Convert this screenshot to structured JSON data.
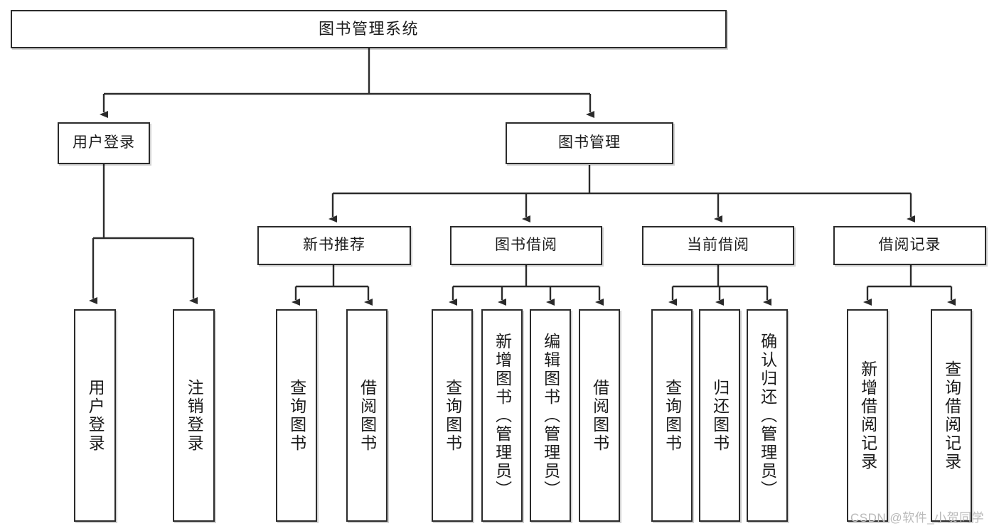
{
  "diagram": {
    "type": "tree-hierarchy",
    "title": "图书管理系统",
    "levels": 4,
    "root": {
      "label": "图书管理系统"
    },
    "level1": [
      {
        "label": "用户登录"
      },
      {
        "label": "图书管理"
      }
    ],
    "level2": [
      {
        "label": "新书推荐"
      },
      {
        "label": "图书借阅"
      },
      {
        "label": "当前借阅"
      },
      {
        "label": "借阅记录"
      }
    ],
    "leaves": {
      "user_login": [
        {
          "label": "用户登录"
        },
        {
          "label": "注销登录"
        }
      ],
      "new_book_recommend": [
        {
          "label": "查询图书"
        },
        {
          "label": "借阅图书"
        }
      ],
      "book_borrow": [
        {
          "label": "查询图书"
        },
        {
          "label": "新增图书（管理员）"
        },
        {
          "label": "编辑图书（管理员）"
        },
        {
          "label": "借阅图书"
        }
      ],
      "current_borrow": [
        {
          "label": "查询图书"
        },
        {
          "label": "归还图书"
        },
        {
          "label": "确认归还（管理员）"
        }
      ],
      "borrow_record": [
        {
          "label": "新增借阅记录"
        },
        {
          "label": "查询借阅记录"
        }
      ]
    }
  },
  "watermark": {
    "text": "CSDN @软件_小贺同学"
  },
  "colors": {
    "stroke": "#2b2b2b",
    "fill": "#ffffff",
    "text": "#1b1b1b",
    "watermark": "#b9b9b9"
  }
}
